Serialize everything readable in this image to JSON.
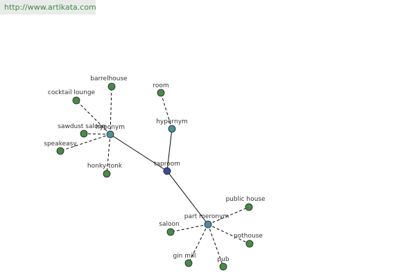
{
  "watermark": {
    "text": "http://www.artikata.com"
  },
  "colors": {
    "root": "#3b4e94",
    "relation": "#4a8f9a",
    "leaf": "#4a8a48",
    "edge": "#000000"
  },
  "graph": {
    "root": {
      "id": "taproom",
      "label": "taproom",
      "kind": "root"
    },
    "relations": [
      {
        "id": "hyponym",
        "label": "hyponym",
        "kind": "relation",
        "children": [
          {
            "id": "barrelhouse",
            "label": "barrelhouse"
          },
          {
            "id": "cocktail-lounge",
            "label": "cocktail lounge"
          },
          {
            "id": "sawdust-saloon",
            "label": "sawdust saloon"
          },
          {
            "id": "speakeasy",
            "label": "speakeasy"
          },
          {
            "id": "honky-tonk",
            "label": "honky-tonk"
          }
        ]
      },
      {
        "id": "hypernym",
        "label": "hypernym",
        "kind": "relation",
        "children": [
          {
            "id": "room",
            "label": "room"
          }
        ]
      },
      {
        "id": "part-meronym",
        "label": "part meronym",
        "kind": "relation",
        "children": [
          {
            "id": "public-house",
            "label": "public house"
          },
          {
            "id": "saloon",
            "label": "saloon"
          },
          {
            "id": "pothouse",
            "label": "pothouse"
          },
          {
            "id": "gin-mill",
            "label": "gin mill"
          },
          {
            "id": "pub",
            "label": "pub"
          }
        ]
      }
    ]
  }
}
